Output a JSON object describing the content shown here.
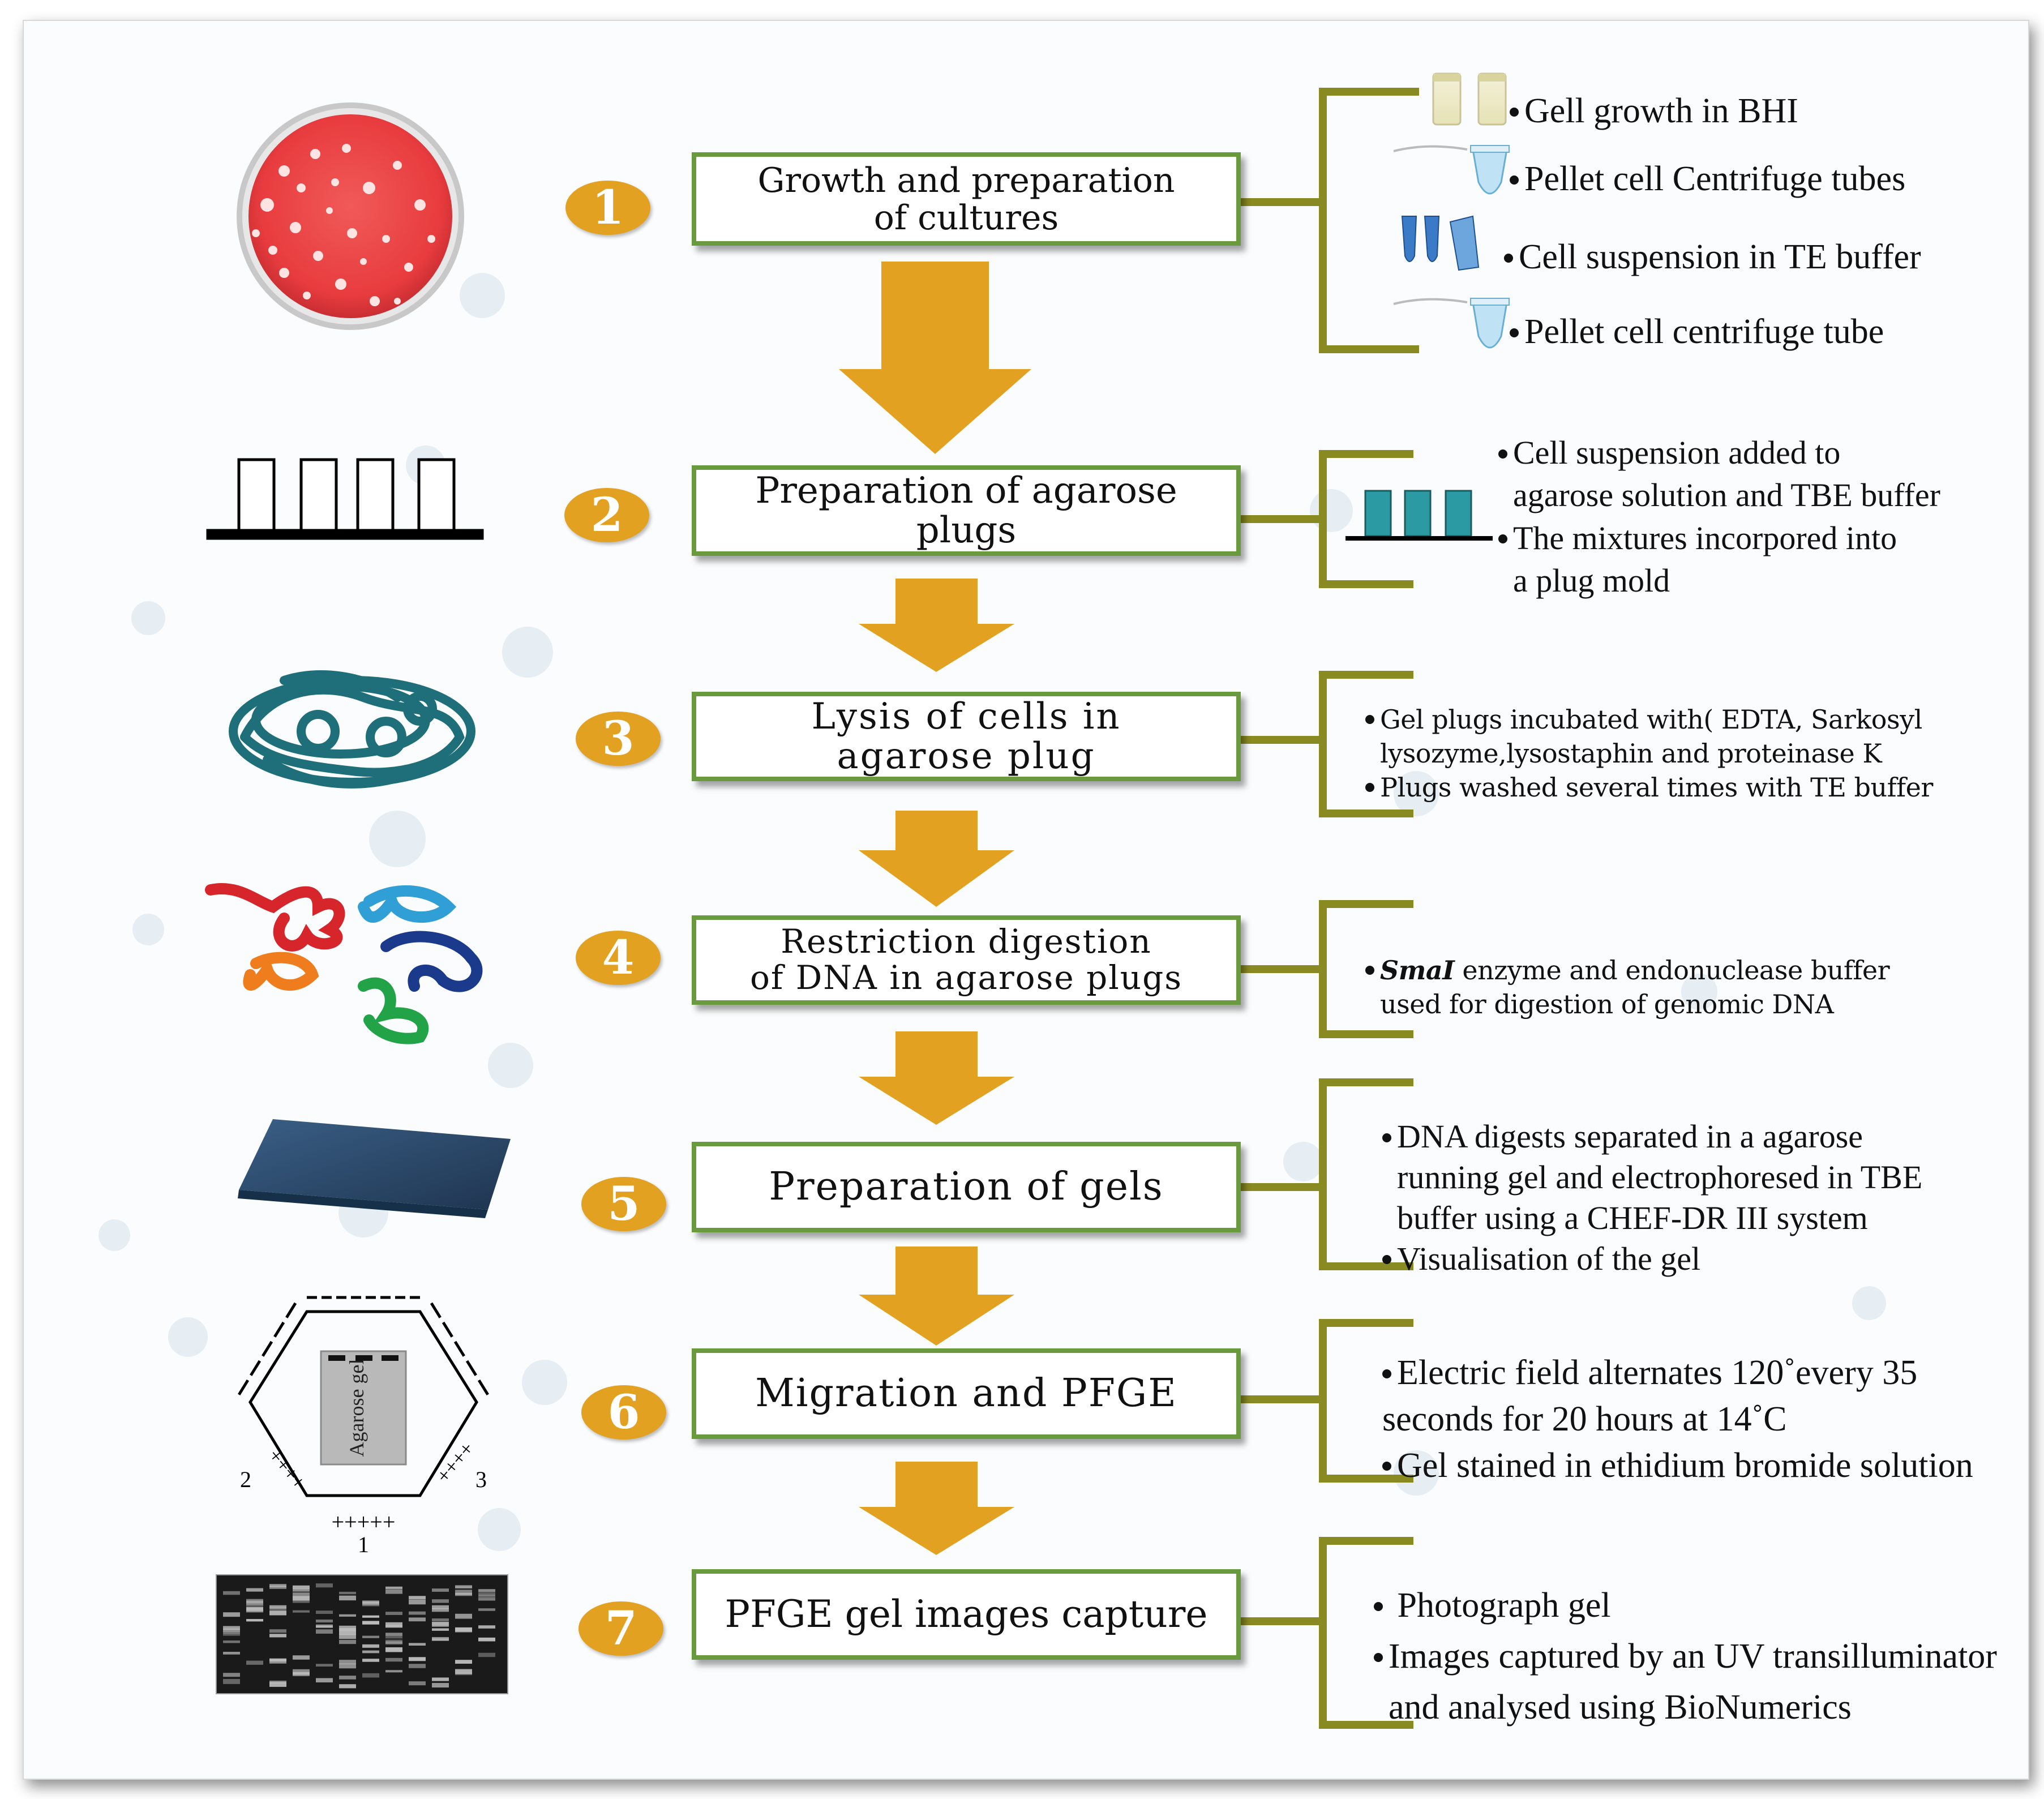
{
  "steps": [
    {
      "number": "1",
      "title": [
        "Growth and preparation",
        "of cultures"
      ]
    },
    {
      "number": "2",
      "title": [
        "Preparation of agarose",
        "plugs"
      ]
    },
    {
      "number": "3",
      "title": [
        "Lysis of cells in",
        "agarose plug"
      ]
    },
    {
      "number": "4",
      "title": [
        "Restriction digestion",
        "of DNA in agarose plugs"
      ]
    },
    {
      "number": "5",
      "title": [
        "Preparation of gels"
      ]
    },
    {
      "number": "6",
      "title": [
        "Migration and PFGE"
      ]
    },
    {
      "number": "7",
      "title": [
        "PFGE gel images capture"
      ]
    }
  ],
  "details": {
    "step1": [
      "Gell growth in BHI",
      "Pellet cell Centrifuge tubes",
      "Cell suspension in TE buffer",
      "Pellet cell centrifuge tube"
    ],
    "step2": [
      [
        "Cell suspension added to",
        "agarose solution and TBE buffer"
      ],
      [
        "The mixtures incorpored into",
        "a plug mold"
      ]
    ],
    "step3": [
      [
        "Gel plugs incubated with( EDTA, Sarkosyl",
        "lysozyme,lysostaphin and proteinase K"
      ],
      [
        "Plugs washed several times with TE buffer"
      ]
    ],
    "step4": {
      "italic_prefix": "SmaI",
      "rest": "enzyme and endonuclease buffer",
      "line2": "used for digestion of genomic DNA"
    },
    "step5": [
      [
        "DNA digests separated in a agarose",
        "running gel and electrophoresed in TBE",
        "buffer using a CHEF-DR III system"
      ],
      [
        "Visualisation of the gel"
      ]
    ],
    "step6": [
      [
        "Electric field alternates 120˚every 35",
        "seconds for 20 hours at 14˚C"
      ],
      [
        "Gel stained in ethidium bromide solution"
      ]
    ],
    "step7": [
      [
        "Photograph gel"
      ],
      [
        "Images captured by an UV transilluminator",
        "and analysed using BioNumerics"
      ]
    ]
  },
  "chef_diagram": {
    "gel_label": "Agarose gel",
    "electrode_marks": "+++++",
    "cross_marks": "++++",
    "label_1": "1",
    "label_2": "2",
    "label_3": "3"
  },
  "colors": {
    "box_border": "#6a9a3e",
    "arrow": "#e2a121",
    "bracket": "#8a8a22"
  }
}
